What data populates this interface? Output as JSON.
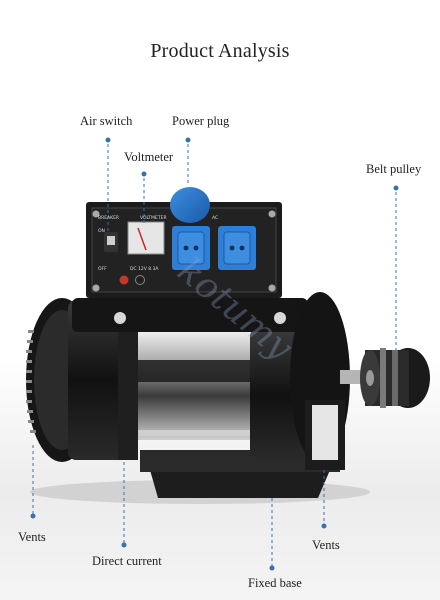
{
  "title": "Product Analysis",
  "callouts": {
    "air_switch": "Air switch",
    "power_plug": "Power plug",
    "voltmeter": "Voltmeter",
    "belt_pulley": "Belt pulley",
    "vents_left": "Vents",
    "direct_current": "Direct current",
    "vents_right": "Vents",
    "fixed_base": "Fixed base"
  },
  "panel": {
    "breaker": "BREAKER",
    "voltmeter": "VOLTMETER",
    "ac": "AC",
    "on": "ON",
    "off": "OFF",
    "dc": "DC 12V 8.3A"
  },
  "watermark": "kotumy",
  "colors": {
    "callout_line": "#3a6fb0",
    "socket_blue": "#2f7fd6",
    "plug_blue": "#1f6fc4",
    "body_black": "#1a1a1a"
  }
}
